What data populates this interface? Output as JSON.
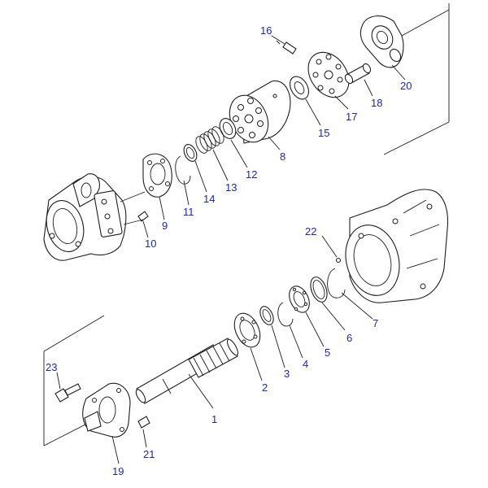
{
  "diagram": {
    "callouts": [
      "1",
      "2",
      "3",
      "4",
      "5",
      "6",
      "7",
      "8",
      "9",
      "10",
      "11",
      "12",
      "13",
      "14",
      "15",
      "16",
      "17",
      "18",
      "19",
      "20",
      "21",
      "22",
      "23"
    ]
  },
  "colors": {
    "callout_text": "#1f2aa8",
    "line": "#1f1f1f",
    "background": "#ffffff"
  }
}
